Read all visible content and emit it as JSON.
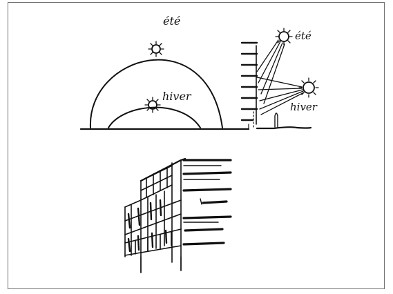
{
  "labels": {
    "ete_arc": "été",
    "hiver_arc": "hiver",
    "ete_side": "été",
    "hiver_side": "hiver"
  },
  "colors": {
    "ink": "#111111",
    "frame": "#6f6f6f",
    "paper": "#ffffff"
  },
  "figures": {
    "sun_path_sketch": "sun-path",
    "building_sketch": "building-facade"
  }
}
